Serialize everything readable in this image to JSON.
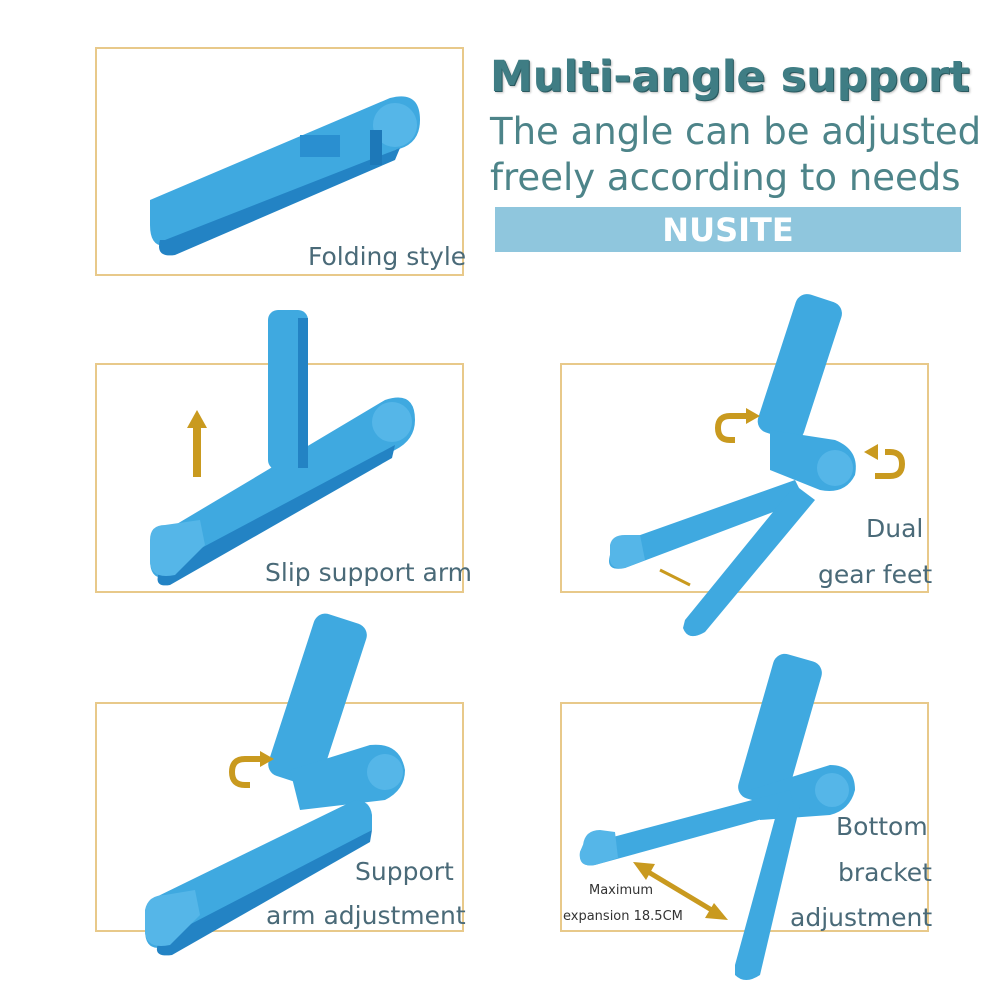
{
  "header": {
    "title": "Multi-angle support",
    "subtitle_line1": "The angle can be adjusted",
    "subtitle_line2": "freely according to needs",
    "brand": "NUSITE"
  },
  "panels": {
    "folding": {
      "caption": "Folding style"
    },
    "slip": {
      "caption": "Slip support arm"
    },
    "dual": {
      "caption_line1": "Dual",
      "caption_line2": "gear feet"
    },
    "support": {
      "caption_line1": "Support",
      "caption_line2": "arm adjustment"
    },
    "bottom": {
      "caption_line1": "Bottom",
      "caption_line2": "bracket",
      "caption_line3": "adjustment",
      "note_line1": "Maximum",
      "note_line2": "expansion 18.5CM"
    }
  },
  "colors": {
    "stand_blue": "#3fa9e0",
    "stand_shadow": "#2383c4",
    "arrow_gold": "#c99a1f",
    "border_gold": "#e8c98a"
  },
  "icons": [
    "up-arrow-icon",
    "rotate-arrow-icon",
    "double-arrow-icon"
  ]
}
